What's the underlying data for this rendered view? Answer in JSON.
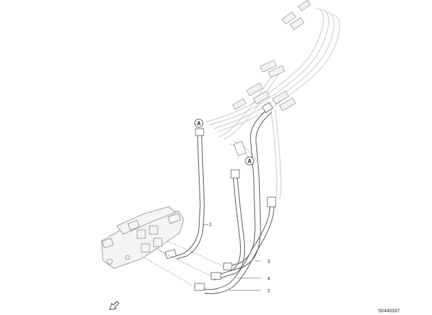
{
  "callouts": [
    {
      "id": "1",
      "text": "1"
    },
    {
      "id": "2",
      "text": "2"
    },
    {
      "id": "3",
      "text": "3"
    },
    {
      "id": "4",
      "text": "4"
    }
  ],
  "markers": {
    "a_top": "A",
    "a_mid": "A"
  },
  "reference_number": "50440337",
  "icons": {
    "direction": "direction-arrow-icon"
  }
}
